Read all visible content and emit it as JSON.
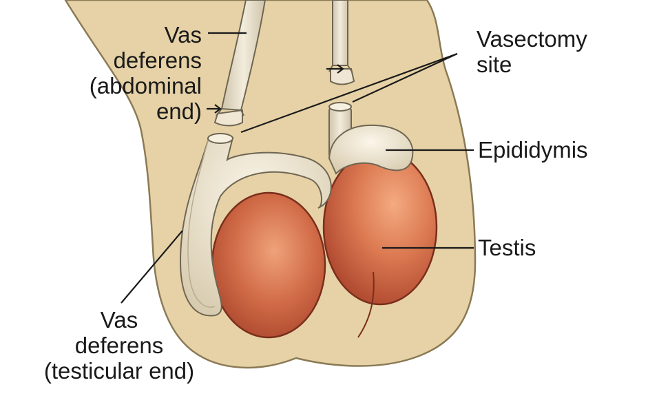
{
  "labels": {
    "vas_abdominal": [
      "Vas",
      "deferens",
      "(abdominal",
      "end)"
    ],
    "vasectomy_site": [
      "Vasectomy",
      "site"
    ],
    "epididymis": "Epididymis",
    "testis": "Testis",
    "vas_testicular": [
      "Vas",
      "deferens",
      "(testicular end)"
    ]
  },
  "colors": {
    "skin": "#e6d2a6",
    "skin_outline": "#8a7a55",
    "duct": "#ece3cf",
    "duct_outline": "#6e6553",
    "testis": "#c8593a",
    "testis_highlight": "#f0a07a",
    "leader_line": "#1a1a1a"
  }
}
